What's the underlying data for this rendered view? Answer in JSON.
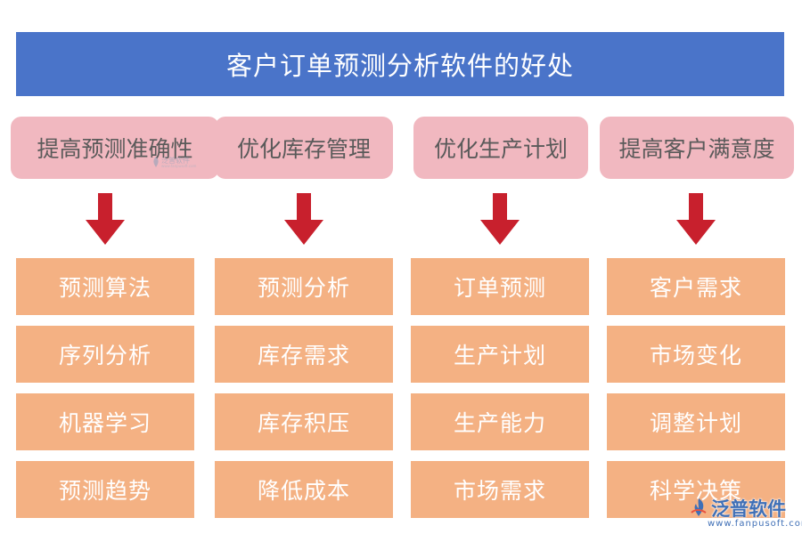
{
  "title": "客户订单预测分析软件的好处",
  "columns": [
    {
      "header": "提高预测准确性",
      "items": [
        "预测算法",
        "序列分析",
        "机器学习",
        "预测趋势"
      ]
    },
    {
      "header": "优化库存管理",
      "items": [
        "预测分析",
        "库存需求",
        "库存积压",
        "降低成本"
      ]
    },
    {
      "header": "优化生产计划",
      "items": [
        "订单预测",
        "生产计划",
        "生产能力",
        "市场需求"
      ]
    },
    {
      "header": "提高客户满意度",
      "items": [
        "客户需求",
        "市场变化",
        "调整计划",
        "科学决策"
      ]
    }
  ],
  "watermark": {
    "name": "泛普软件",
    "url": "www.fanpusoft.com"
  },
  "logo": {
    "name": "泛普软件",
    "url": "www.fanpusoft.com"
  },
  "colors": {
    "title_bar": "#4a74c9",
    "header_box": "#f1b8c0",
    "item_box": "#f4b183",
    "arrow": "#c8202d",
    "logo": "#3f6fb6"
  },
  "icons": {
    "arrow": "arrow-down-icon",
    "logo": "fanpu-logo-icon"
  }
}
